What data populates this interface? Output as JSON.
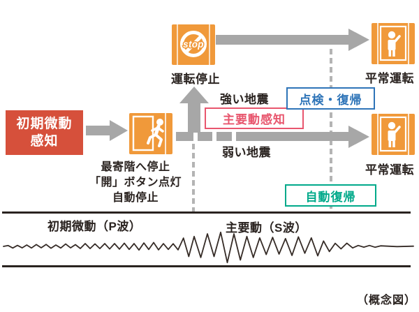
{
  "colors": {
    "accent_red": "#d6503b",
    "elevator_orange": "#f0993a",
    "arrow_gray": "#a7a7a7",
    "guide_gray": "#b4b4b4",
    "pink": "#e8566e",
    "blue": "#2e74b8",
    "green": "#00a98a",
    "ink": "#2a2320"
  },
  "flow": {
    "initial_box": {
      "line1": "初期微動",
      "line2": "感知"
    },
    "mid_elevator_caption": [
      "最寄階へ停止",
      "「開」ボタン点灯",
      "自動停止"
    ],
    "stop_label": "運転停止",
    "stop_icon_text": "stop",
    "strong_quake": "強い地震",
    "weak_quake": "弱い地震",
    "main_motion_box": "主要動感知",
    "inspection_box": "点検・復帰",
    "auto_recovery_box": "自動復帰",
    "normal_operation_top": "平常運転",
    "normal_operation_bottom": "平常運転"
  },
  "seismograph": {
    "p_wave_label": "初期微動（P波）",
    "s_wave_label": "主要動（S波）"
  },
  "caption": "（概念図）",
  "waveform": {
    "baseline": 29,
    "stroke": "#352b26",
    "segments": [
      {
        "from": 5,
        "to": 45,
        "step": 7,
        "amp0": 2,
        "amp1": 3
      },
      {
        "from": 45,
        "to": 255,
        "step": 7,
        "amp0": 3,
        "amp1": 6
      },
      {
        "from": 255,
        "to": 278,
        "step": 8,
        "amp0": 9,
        "amp1": 18
      },
      {
        "from": 278,
        "to": 335,
        "step": 9,
        "amp0": 24,
        "amp1": 26
      },
      {
        "from": 335,
        "to": 455,
        "step": 9,
        "amp0": 22,
        "amp1": 15
      },
      {
        "from": 455,
        "to": 505,
        "step": 8,
        "amp0": 10,
        "amp1": 4
      },
      {
        "from": 505,
        "to": 545,
        "step": 8,
        "amp0": 2.5,
        "amp1": 1
      },
      {
        "from": 545,
        "to": 592,
        "step": 24,
        "amp0": 0.5,
        "amp1": 0.3
      }
    ]
  }
}
